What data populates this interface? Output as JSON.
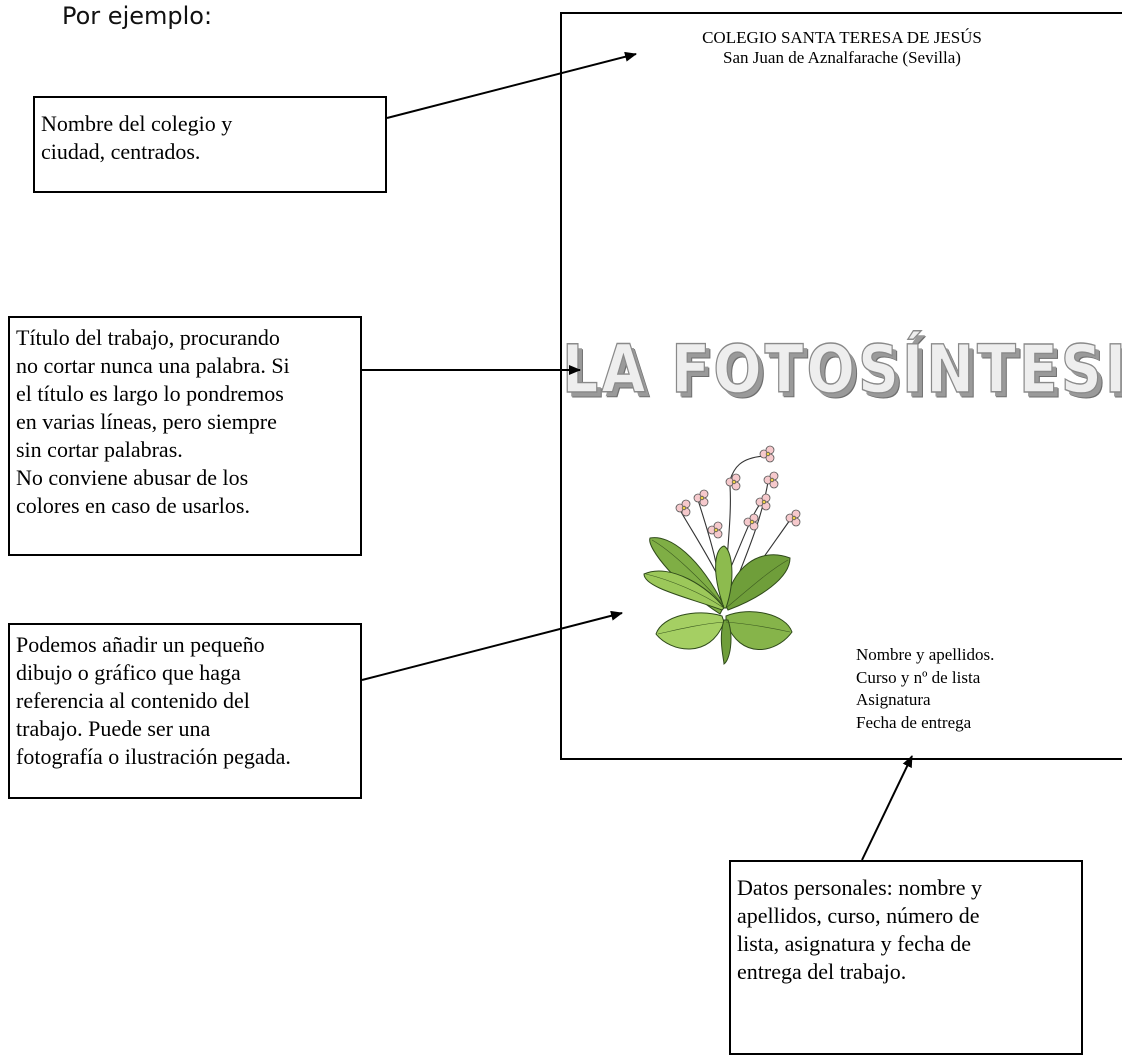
{
  "heading": "Por ejemplo:",
  "cover": {
    "school_name": "COLEGIO SANTA TERESA DE JESÚS",
    "school_city": "San Juan de Aznalfarache (Sevilla)",
    "title": "LA FOTOSÍNTESIS",
    "illustration": "flowering-plant-illustration",
    "personal_lines": [
      "Nombre y apellidos.",
      "Curso y nº de lista",
      "Asignatura",
      "Fecha de entrega"
    ]
  },
  "notes": {
    "school": [
      "Nombre del colegio y",
      "ciudad, centrados."
    ],
    "title": [
      "Título del trabajo, procurando",
      "no cortar nunca una palabra. Si",
      "el título es largo lo pondremos",
      "en varias líneas, pero siempre",
      "sin cortar palabras.",
      "No conviene abusar de los",
      "colores en caso de usarlos."
    ],
    "drawing": [
      "Podemos añadir un pequeño",
      "dibujo o gráfico que haga",
      "referencia al contenido del",
      "trabajo. Puede ser una",
      "fotografía o ilustración pegada."
    ],
    "personal": [
      "Datos personales: nombre y",
      "apellidos, curso, número de",
      "lista, asignatura y fecha de",
      "entrega del trabajo."
    ]
  }
}
